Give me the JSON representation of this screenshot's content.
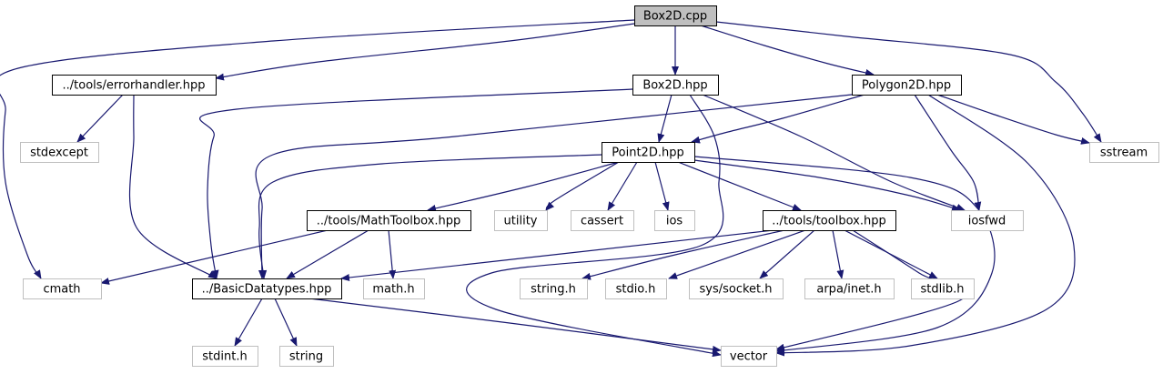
{
  "diagram": {
    "type": "include-dependency-graph",
    "colors": {
      "edge": "#191970",
      "root_fill": "#bfbfbf",
      "project_border": "#000000",
      "external_border": "#bfbfbf"
    },
    "nodes": [
      {
        "id": "box2d_cpp",
        "label": "Box2D.cpp",
        "kind": "root"
      },
      {
        "id": "errorhandler",
        "label": "../tools/errorhandler.hpp",
        "kind": "project"
      },
      {
        "id": "box2d_hpp",
        "label": "Box2D.hpp",
        "kind": "project"
      },
      {
        "id": "polygon2d",
        "label": "Polygon2D.hpp",
        "kind": "project"
      },
      {
        "id": "stdexcept",
        "label": "stdexcept",
        "kind": "external"
      },
      {
        "id": "point2d",
        "label": "Point2D.hpp",
        "kind": "project"
      },
      {
        "id": "sstream",
        "label": "sstream",
        "kind": "external"
      },
      {
        "id": "mathtoolbox",
        "label": "../tools/MathToolbox.hpp",
        "kind": "project"
      },
      {
        "id": "utility",
        "label": "utility",
        "kind": "external"
      },
      {
        "id": "cassert",
        "label": "cassert",
        "kind": "external"
      },
      {
        "id": "ios",
        "label": "ios",
        "kind": "external"
      },
      {
        "id": "toolbox",
        "label": "../tools/toolbox.hpp",
        "kind": "project"
      },
      {
        "id": "iosfwd",
        "label": "iosfwd",
        "kind": "external"
      },
      {
        "id": "cmath",
        "label": "cmath",
        "kind": "external"
      },
      {
        "id": "basicdatatypes",
        "label": "../BasicDatatypes.hpp",
        "kind": "project"
      },
      {
        "id": "math_h",
        "label": "math.h",
        "kind": "external"
      },
      {
        "id": "string_h",
        "label": "string.h",
        "kind": "external"
      },
      {
        "id": "stdio_h",
        "label": "stdio.h",
        "kind": "external"
      },
      {
        "id": "socket_h",
        "label": "sys/socket.h",
        "kind": "external"
      },
      {
        "id": "inet_h",
        "label": "arpa/inet.h",
        "kind": "external"
      },
      {
        "id": "stdlib_h",
        "label": "stdlib.h",
        "kind": "external"
      },
      {
        "id": "stdint_h",
        "label": "stdint.h",
        "kind": "external"
      },
      {
        "id": "string",
        "label": "string",
        "kind": "external"
      },
      {
        "id": "vector",
        "label": "vector",
        "kind": "external"
      }
    ],
    "edges": [
      [
        "box2d_cpp",
        "errorhandler"
      ],
      [
        "box2d_cpp",
        "box2d_hpp"
      ],
      [
        "box2d_cpp",
        "polygon2d"
      ],
      [
        "box2d_cpp",
        "cmath"
      ],
      [
        "box2d_cpp",
        "sstream"
      ],
      [
        "errorhandler",
        "stdexcept"
      ],
      [
        "errorhandler",
        "basicdatatypes"
      ],
      [
        "box2d_hpp",
        "point2d"
      ],
      [
        "box2d_hpp",
        "basicdatatypes"
      ],
      [
        "box2d_hpp",
        "iosfwd"
      ],
      [
        "box2d_hpp",
        "vector"
      ],
      [
        "polygon2d",
        "point2d"
      ],
      [
        "polygon2d",
        "basicdatatypes"
      ],
      [
        "polygon2d",
        "sstream"
      ],
      [
        "polygon2d",
        "iosfwd"
      ],
      [
        "polygon2d",
        "vector"
      ],
      [
        "point2d",
        "mathtoolbox"
      ],
      [
        "point2d",
        "utility"
      ],
      [
        "point2d",
        "cassert"
      ],
      [
        "point2d",
        "ios"
      ],
      [
        "point2d",
        "toolbox"
      ],
      [
        "point2d",
        "iosfwd"
      ],
      [
        "point2d",
        "basicdatatypes"
      ],
      [
        "point2d",
        "vector"
      ],
      [
        "mathtoolbox",
        "cmath"
      ],
      [
        "mathtoolbox",
        "basicdatatypes"
      ],
      [
        "mathtoolbox",
        "math_h"
      ],
      [
        "toolbox",
        "basicdatatypes"
      ],
      [
        "toolbox",
        "string_h"
      ],
      [
        "toolbox",
        "stdio_h"
      ],
      [
        "toolbox",
        "socket_h"
      ],
      [
        "toolbox",
        "inet_h"
      ],
      [
        "toolbox",
        "stdlib_h"
      ],
      [
        "toolbox",
        "vector"
      ],
      [
        "basicdatatypes",
        "stdint_h"
      ],
      [
        "basicdatatypes",
        "string"
      ],
      [
        "basicdatatypes",
        "vector"
      ]
    ]
  }
}
